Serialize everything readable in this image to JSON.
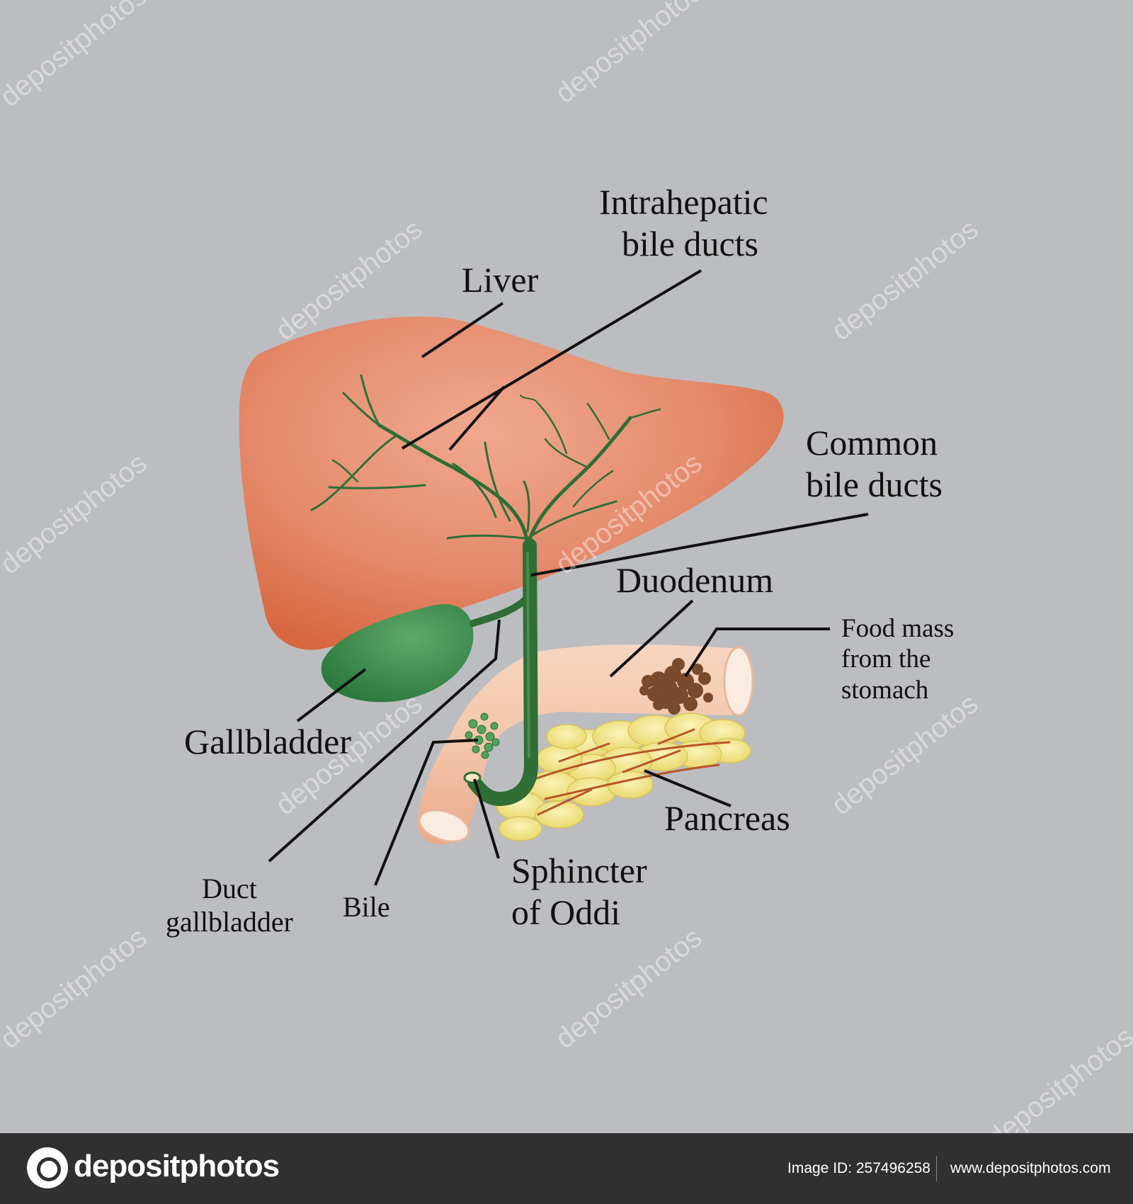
{
  "labels": {
    "intrahepatic": [
      "Intrahepatic",
      "bile ducts"
    ],
    "liver": "Liver",
    "common_bile": [
      "Common",
      "bile ducts"
    ],
    "duodenum": "Duodenum",
    "food_mass": [
      "Food mass",
      "from the",
      "stomach"
    ],
    "gallbladder": "Gallbladder",
    "pancreas": "Pancreas",
    "sphincter": [
      "Sphincter",
      "of Oddi"
    ],
    "bile": "Bile",
    "duct_gallbladder": [
      "Duct",
      "gallbladder"
    ]
  },
  "watermark": "depositphotos",
  "footer": {
    "brand": "depositphotos",
    "image_id": "Image ID: 257496258",
    "url": "www.depositphotos.com"
  },
  "colors": {
    "background": "#bcbdc0",
    "liver": "#e0795a",
    "bile_duct": "#2f6e35",
    "gallbladder": "#3f8a4c",
    "duodenum": "#f2c4a7",
    "pancreas": "#f2e58a",
    "food_mass": "#7a4a2c",
    "footer": "#303030"
  }
}
